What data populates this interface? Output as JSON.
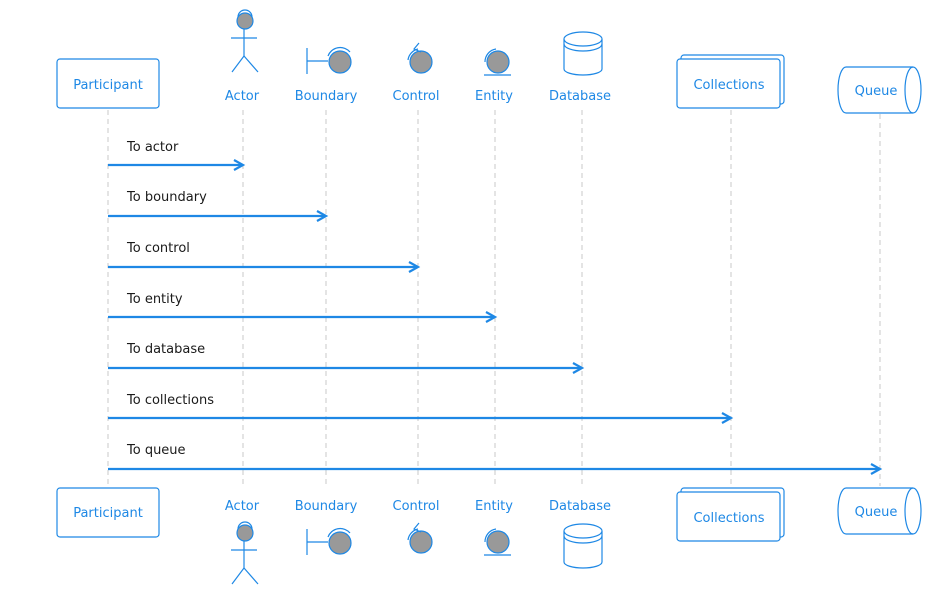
{
  "participants": {
    "participant": "Participant",
    "actor": "Actor",
    "boundary": "Boundary",
    "control": "Control",
    "entity": "Entity",
    "database": "Database",
    "collections": "Collections",
    "queue": "Queue"
  },
  "messages": {
    "to_actor": "To actor",
    "to_boundary": "To boundary",
    "to_control": "To control",
    "to_entity": "To entity",
    "to_database": "To database",
    "to_collections": "To collections",
    "to_queue": "To queue"
  },
  "colors": {
    "accent": "#1e88e5",
    "icon_fill": "#999999",
    "lifeline": "#c8c8c8",
    "text": "#1a1a1a"
  }
}
